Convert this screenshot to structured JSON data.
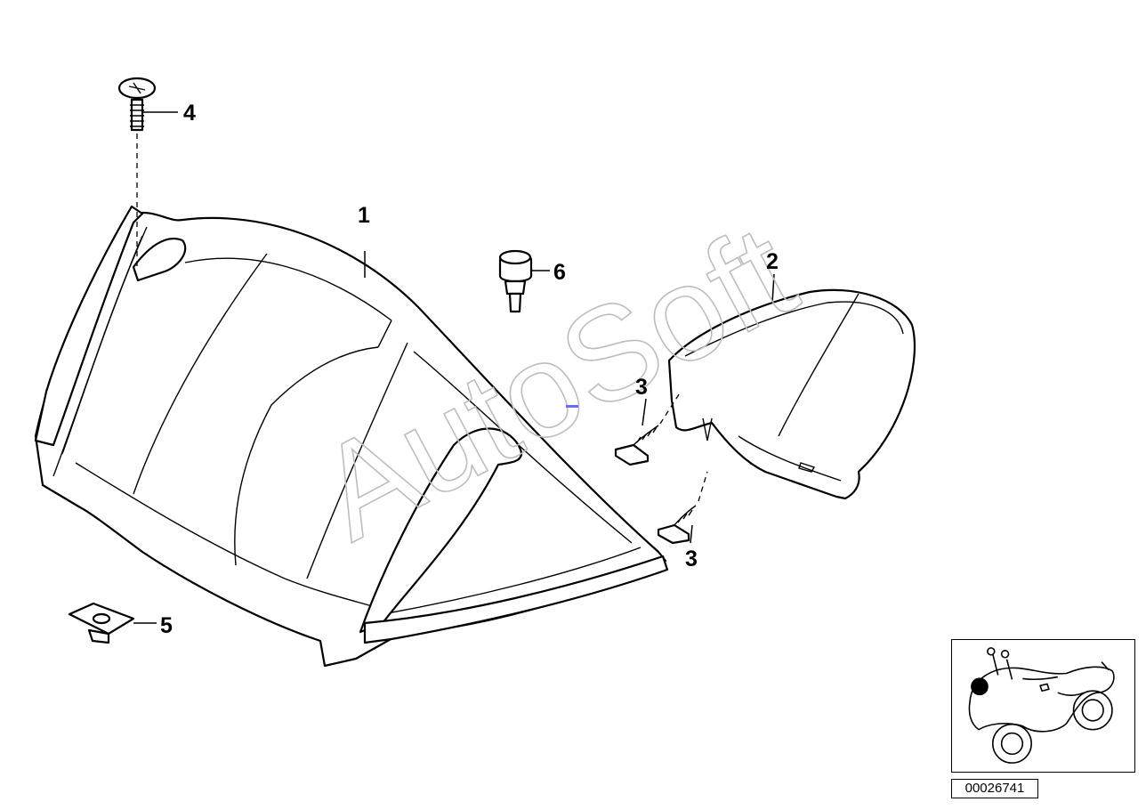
{
  "watermark": "AutoSoft",
  "callouts": [
    "1",
    "2",
    "3",
    "3",
    "4",
    "5",
    "6"
  ],
  "reference_number": "00026741",
  "inset": {
    "highlight_color": "#000000"
  },
  "colors": {
    "line": "#000000",
    "background": "#ffffff",
    "watermark": "#bdbdbd"
  }
}
